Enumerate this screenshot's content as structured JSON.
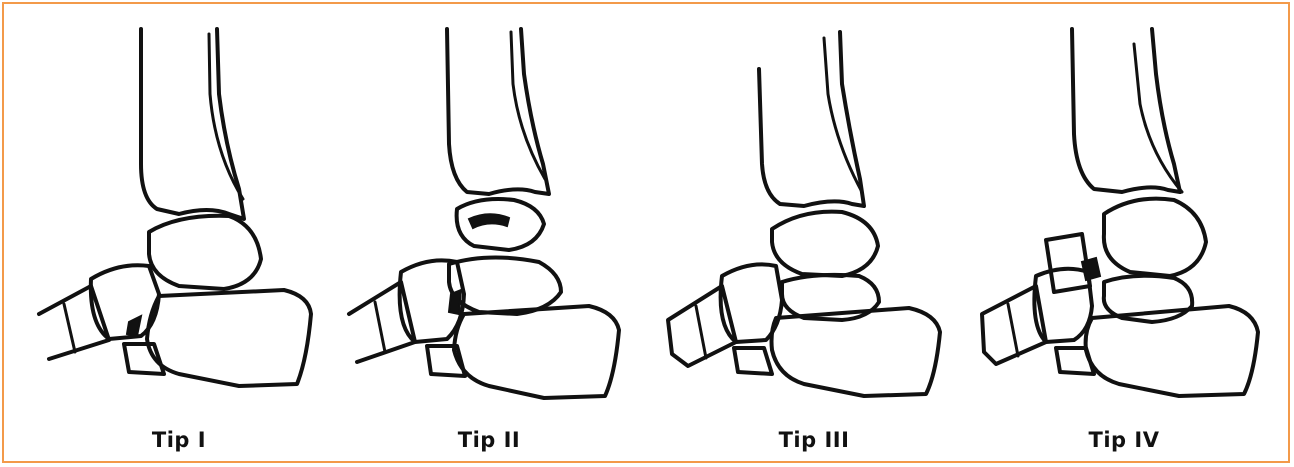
{
  "figure": {
    "border_color": "#f39a4a",
    "panels": [
      {
        "label": "Tip I"
      },
      {
        "label": "Tip II"
      },
      {
        "label": "Tip III"
      },
      {
        "label": "Tip IV"
      }
    ]
  }
}
